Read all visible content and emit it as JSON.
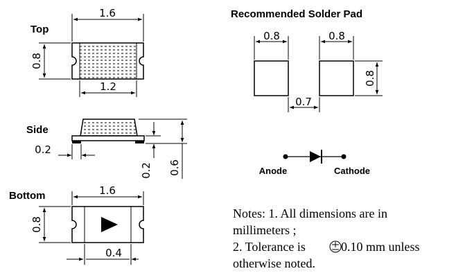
{
  "views": {
    "top": {
      "label": "Top",
      "width_dim": "1.6",
      "height_dim": "0.8",
      "inner_dim": "1.2"
    },
    "side": {
      "label": "Side",
      "pad_dim": "0.2",
      "body_dim": "0.2",
      "height_dim": "0.6"
    },
    "bottom": {
      "label": "Bottom",
      "width_dim": "1.6",
      "height_dim": "0.8",
      "pad_dim": "0.4"
    }
  },
  "solder_pad": {
    "title": "Recommended Solder Pad",
    "pad_w_left": "0.8",
    "pad_w_right": "0.8",
    "pad_h": "0.8",
    "gap": "0.7"
  },
  "diode": {
    "anode": "Anode",
    "cathode": "Cathode"
  },
  "notes": {
    "line1": "Notes: 1. All dimensions are in",
    "line2": "millimeters ;",
    "line3a": "2. Tolerance is",
    "line3b": "0.10 mm unless",
    "line4": "otherwise noted."
  }
}
